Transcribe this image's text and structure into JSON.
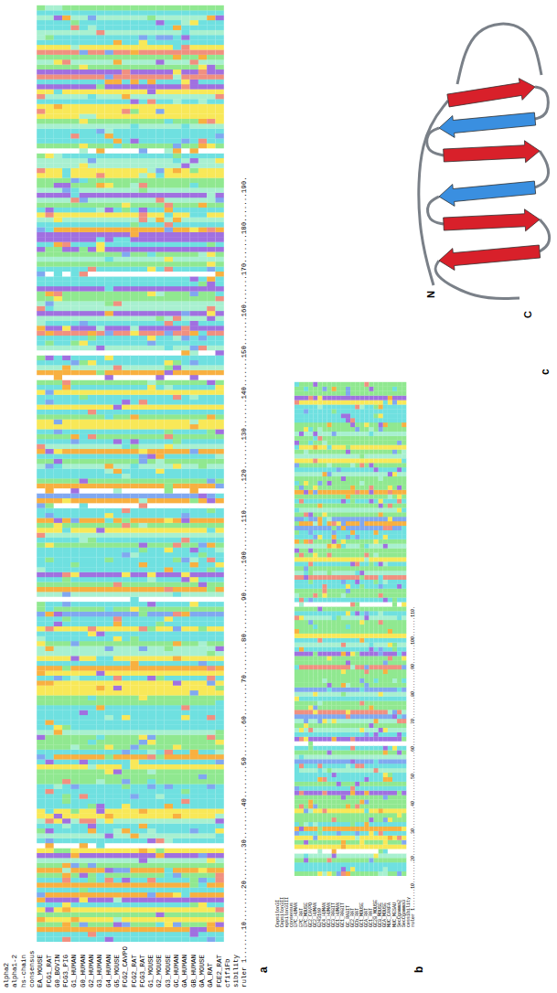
{
  "diagram": {
    "labels": [
      "a",
      "b",
      "c",
      "N",
      "C",
      "alpha2",
      "alpha1-2",
      "hs-chain",
      "consensus",
      "EA_MOUSE",
      "FCG1_RAT",
      "G0_BOVIN",
      "FCG3_PIG",
      "G1_HUMAN",
      "G0_HUMAN",
      "G2_HUMAN",
      "G3_HUMAN",
      "G4_HUMAN",
      "G5_MOUSE",
      "FCG2_CAVPO",
      "FCG2_RAT",
      "FCG3_RAT",
      "G1_MOUSE",
      "G2_MOUSE",
      "G3_MOUSE",
      "GC_HUMAN",
      "GA_HUMAN",
      "GB_HUMAN",
      "GA_MOUSE",
      "GA_RAT",
      "FCE2_RAT",
      "cfifiFb",
      "sibility",
      "ruler 1.......10........20........30........40........50........60........70........80........90.......100.......110.......120.......130.......140.......150.......160.......170.......180.......190.",
      "Cepsilon3I",
      "Cepsilon3II",
      "epsilon3III",
      "consensus",
      "EPC_HUMAN",
      "EPC_RAT",
      "EPC_MOUSE",
      "GC2_CAVPO",
      "GC2_HUMAN",
      "G243169",
      "GC4_HUMAN",
      "GC3_HUMAN",
      "GC3_RABIT",
      "GC1_HUMAN",
      "GC1_RABIT",
      "GC_RABIT",
      "GC2_RAT",
      "GCb_RAT",
      "GC1_MOUSE",
      "GCA_RAT",
      "GC1_RAT",
      "GC2B_MOUSE",
      "GCB_MOUSE",
      "GCA_MOUSE",
      "MUC_CANFA",
      "MUC_MESAU",
      "SecCgamma2",
      "SecCgamma3",
      "cessibility",
      "ruler 1.......10........20........30........40........50........60........70........80........90.......100.......110."
    ]
  }
}
